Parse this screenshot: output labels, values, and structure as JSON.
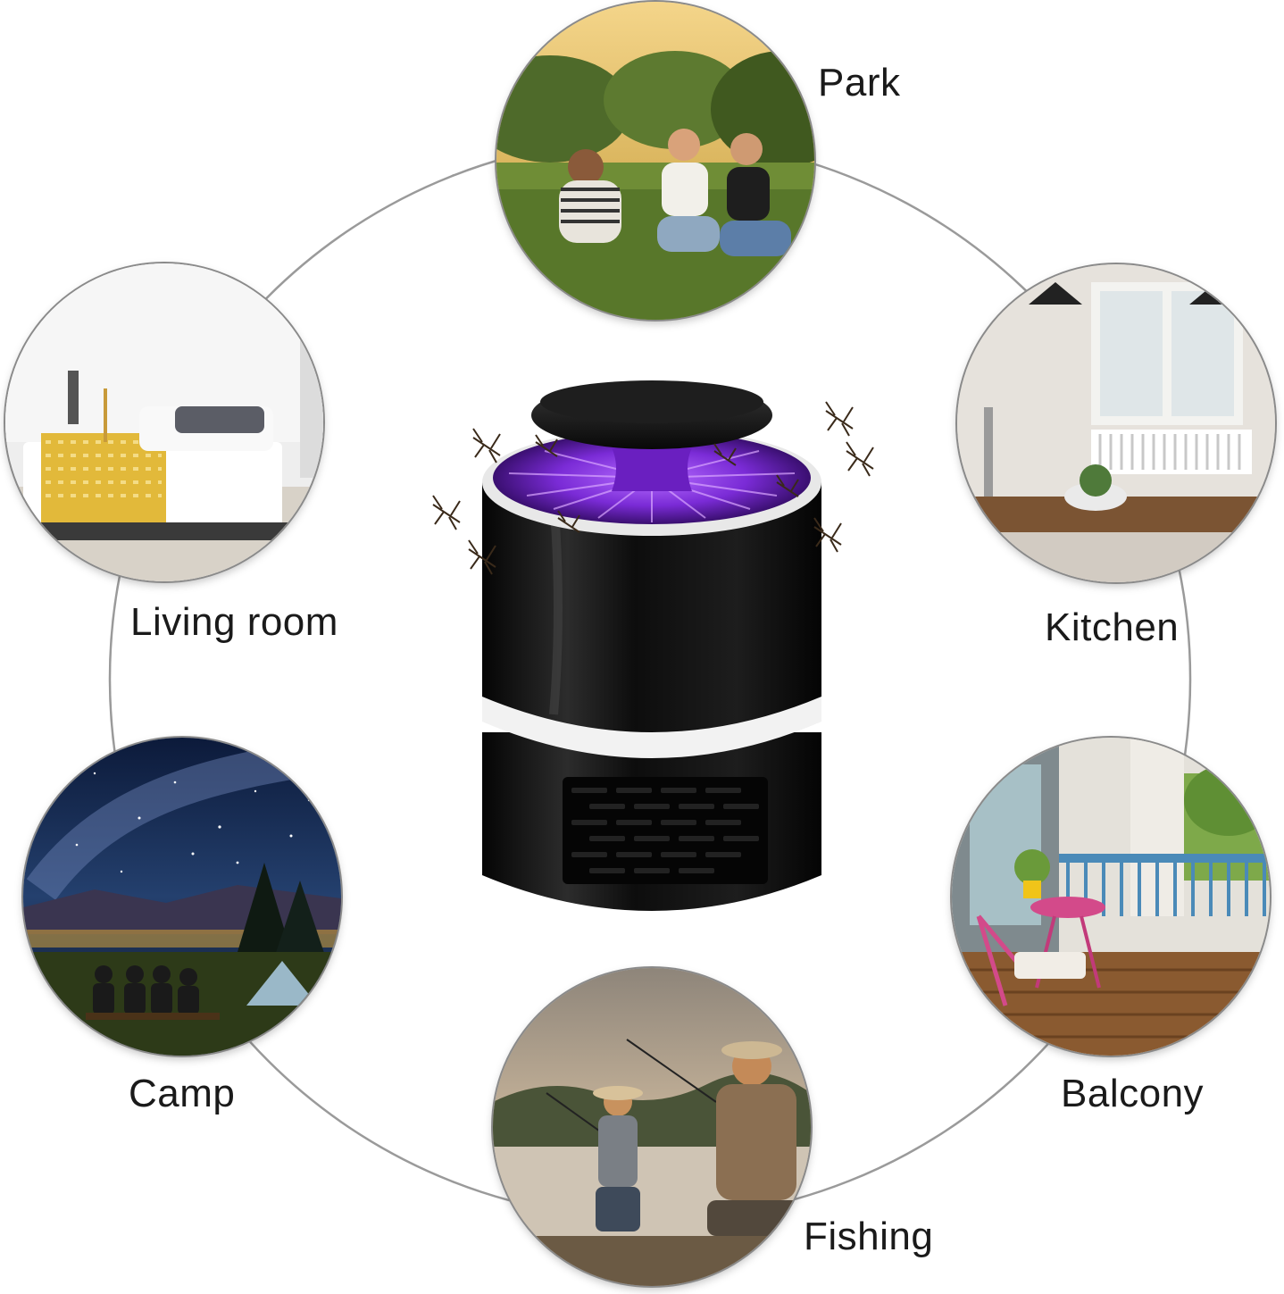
{
  "locations": {
    "park": "Park",
    "living_room": "Living room",
    "kitchen": "Kitchen",
    "camp": "Camp",
    "balcony": "Balcony",
    "fishing": "Fishing"
  },
  "product": {
    "name": "mosquito-killer-lamp",
    "body_color": "#0b0b0b",
    "light_color": "#7a2bd6"
  },
  "colors": {
    "ring_line": "#8a8a8a",
    "label_text": "#1a1a1a"
  }
}
